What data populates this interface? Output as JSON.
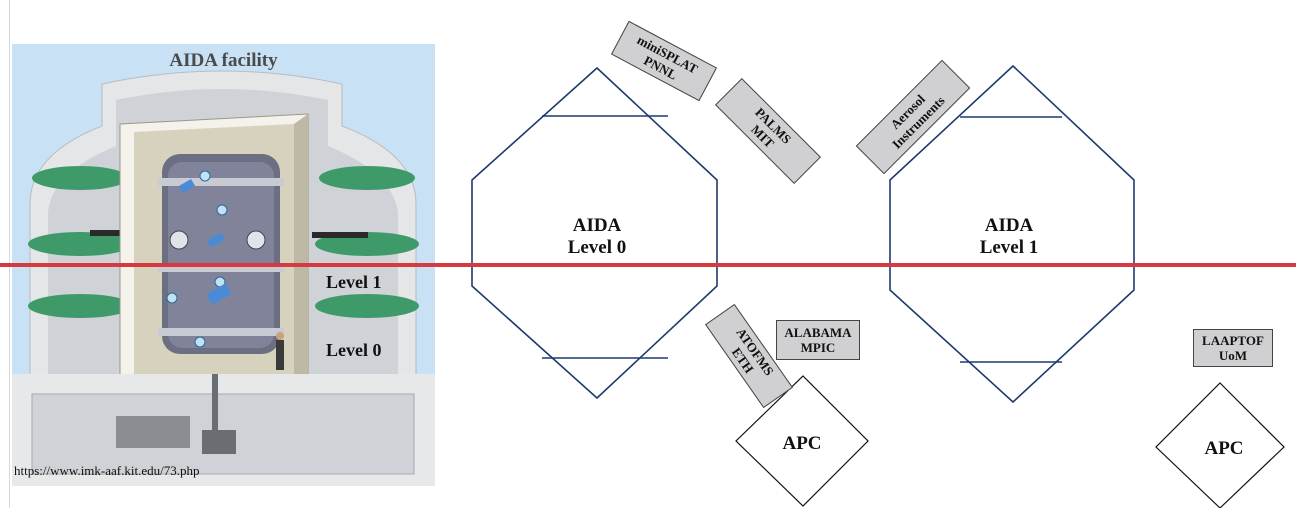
{
  "facility_panel": {
    "title": "AIDA facility",
    "level_1_label": "Level 1",
    "level_0_label": "Level 0",
    "source_url": "https://www.imk-aaf.kit.edu/73.php"
  },
  "chambers": [
    {
      "line1": "AIDA",
      "line2": "Level 0"
    },
    {
      "line1": "AIDA",
      "line2": "Level 1"
    }
  ],
  "instruments": {
    "minisplat": {
      "line1": "miniSPLAT",
      "line2": "PNNL"
    },
    "palms": {
      "line1": "PALMS",
      "line2": "MIT"
    },
    "aerosol": {
      "line1": "Aerosol",
      "line2": "Instruments"
    },
    "atofms": {
      "line1": "ATOFMS",
      "line2": "ETH"
    },
    "alabama": {
      "line1": "ALABAMA",
      "line2": "MPIC"
    },
    "laaptof": {
      "line1": "LAAPTOF",
      "line2": "UoM"
    }
  },
  "apcs": [
    {
      "label": "APC"
    },
    {
      "label": "APC"
    }
  ],
  "colors": {
    "chamber_outline": "#1f3a6e",
    "divider_line": "#d43a3f",
    "instrument_fill": "#d0d0d2",
    "facility_background": "#c9e1f5"
  }
}
